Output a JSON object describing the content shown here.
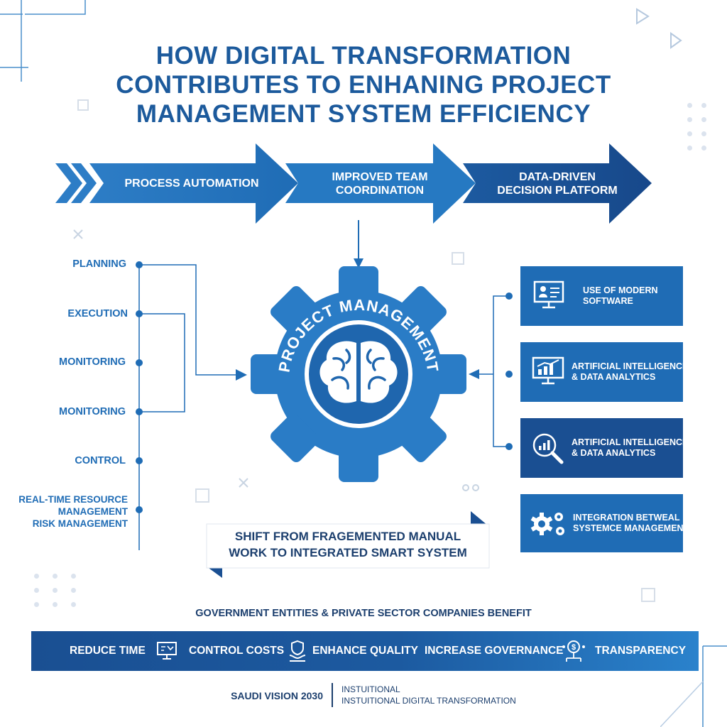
{
  "title": {
    "line1": "HOW DIGITAL TRANSFORMATION",
    "line2": "CONTRIBUTES TO ENHANING PROJECT",
    "line3": "MANAGEMENT SYSTEM EFFICIENCY"
  },
  "process_arrows": [
    {
      "label": "PROCESS AUTOMATION"
    },
    {
      "label_line1": "IMPROVED TEAM",
      "label_line2": "COORDINATION"
    },
    {
      "label_line1": "DATA-DRIVEN",
      "label_line2": "DECISION PLATFORM"
    }
  ],
  "center": {
    "label": "PROJECT MANAGEMENT"
  },
  "stages": [
    {
      "label": "PLANNING"
    },
    {
      "label": "EXECUTION"
    },
    {
      "label": "MONITORING"
    },
    {
      "label": "MONITORING"
    },
    {
      "label": "CONTROL"
    },
    {
      "line1": "REAL-TIME RESOURCE",
      "line2": "MANAGEMENT",
      "line3": "RISK MANAGEMENT"
    }
  ],
  "tools": [
    {
      "line1": "USE OF MODERN",
      "line2": "SOFTWARE",
      "icon": "monitor-user-icon"
    },
    {
      "line1": "ARTIFICIAL INTELLIGENCE",
      "line2": "& DATA ANALYTICS",
      "icon": "monitor-chart-icon"
    },
    {
      "line1": "ARTIFICIAL INTELLIGENCE",
      "line2": "& DATA ANALYTICS",
      "icon": "magnifier-chart-icon"
    },
    {
      "line1": "INTEGRATION BETWEAL",
      "line2": "SYSTEMCE MANAGEMENT",
      "icon": "gears-icon"
    }
  ],
  "banner": {
    "line1": "SHIFT FROM FRAGEMENTED MANUAL",
    "line2": "WORK TO INTEGRATED SMART SYSTEM"
  },
  "benefit_heading": "GOVERNMENT ENTITIES & PRIVATE SECTOR COMPANIES BENEFIT",
  "benefits": [
    {
      "label": "REDUCE TIME"
    },
    {
      "label": "CONTROL COSTS",
      "icon": "monitor-icon"
    },
    {
      "label": "ENHANCE QUALITY",
      "icon": "hand-shield-icon"
    },
    {
      "label": "INCREASE GOVERNANCE"
    },
    {
      "label": "TRANSPARENCY",
      "icon": "money-network-icon"
    }
  ],
  "footer": {
    "left": "SAUDI VISION 2030",
    "right_line1": "INSTUITIONAL",
    "right_line2": "INSTUITIONAL DIGITAL TRANSFORMATION"
  },
  "colors": {
    "primary": "#1f6cb5",
    "dark": "#1a4f92",
    "title": "#1c5a9c"
  }
}
